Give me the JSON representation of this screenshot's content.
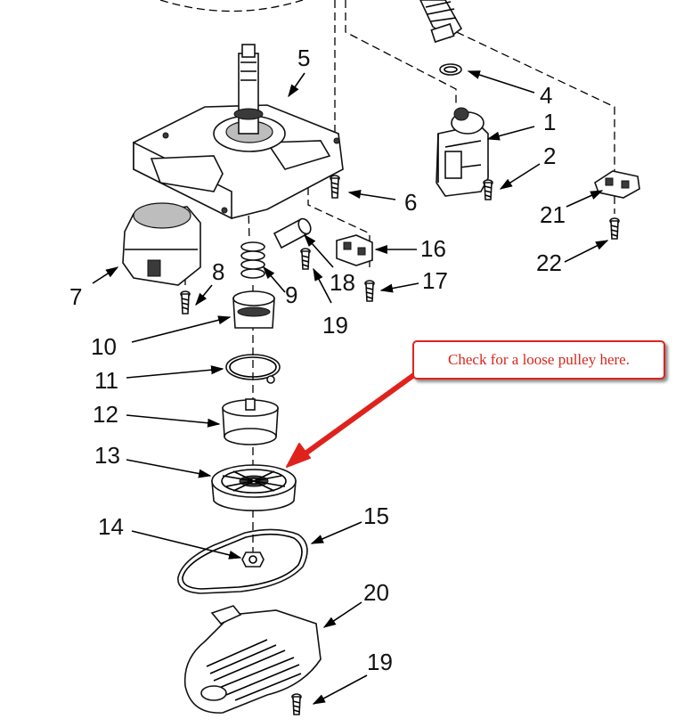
{
  "labels": {
    "p1": "1",
    "p2": "2",
    "p4": "4",
    "p5": "5",
    "p6": "6",
    "p7": "7",
    "p8": "8",
    "p9": "9",
    "p10": "10",
    "p11": "11",
    "p12": "12",
    "p13": "13",
    "p14": "14",
    "p15": "15",
    "p16": "16",
    "p17": "17",
    "p18": "18",
    "p19a": "19",
    "p19b": "19",
    "p20": "20",
    "p21": "21",
    "p22": "22"
  },
  "callout": {
    "text": "Check for a loose pulley here.",
    "color": "#e0221c"
  }
}
